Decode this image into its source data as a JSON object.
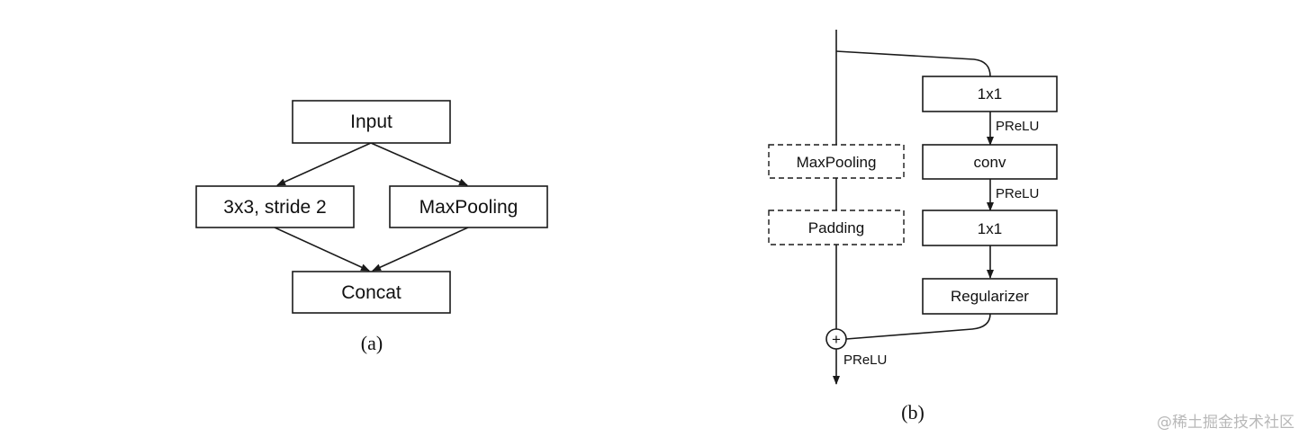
{
  "diagram_a": {
    "caption": "(a)",
    "nodes": {
      "input": "Input",
      "conv": "3x3, stride 2",
      "maxpool": "MaxPooling",
      "concat": "Concat"
    }
  },
  "diagram_b": {
    "caption": "(b)",
    "nodes": {
      "maxpool": "MaxPooling",
      "padding": "Padding",
      "conv1": "1x1",
      "conv": "conv",
      "conv2": "1x1",
      "regularizer": "Regularizer"
    },
    "activations": {
      "after_conv1": "PReLU",
      "after_conv": "PReLU",
      "output": "PReLU"
    },
    "add_symbol": "+"
  },
  "watermark": "@稀土掘金技术社区",
  "colors": {
    "stroke": "#1a1a1a",
    "text": "#111111",
    "watermark": "#b8b8b8",
    "background": "#ffffff"
  }
}
